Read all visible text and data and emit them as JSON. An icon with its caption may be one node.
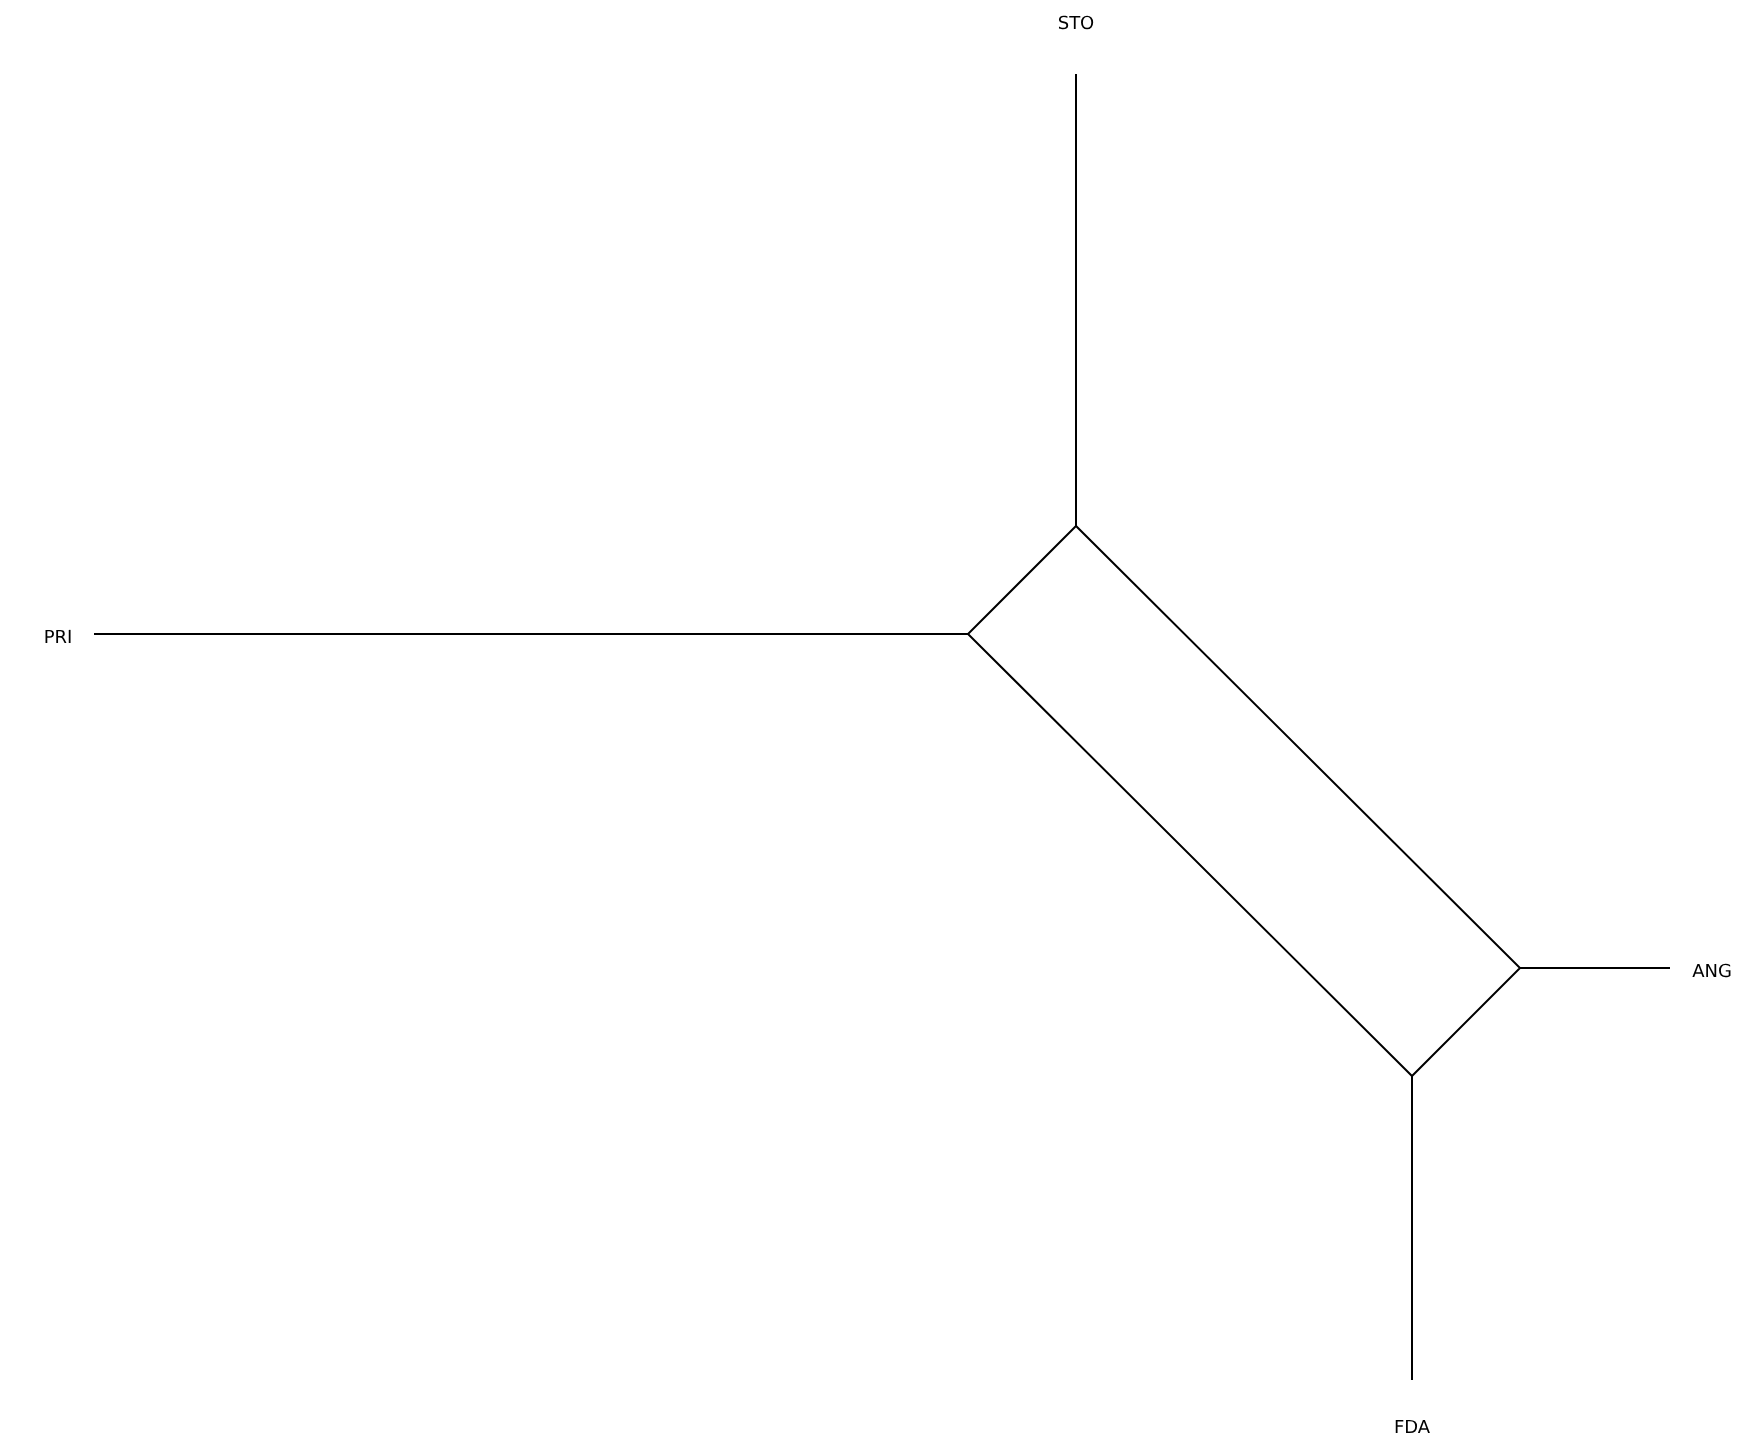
{
  "diagram": {
    "nodes": [
      {
        "text": [
          "STO"
        ]
      },
      {
        "text": [
          "PRI"
        ]
      },
      {
        "text": [],
        "shape": "box"
      },
      {
        "text": [
          "ANG"
        ]
      },
      {
        "text": [
          "FDA"
        ]
      }
    ],
    "edges": [
      {
        "from": 0,
        "to": 2,
        "arrow": "none"
      },
      {
        "from": 1,
        "to": 2,
        "arrow": "none"
      },
      {
        "from": 3,
        "to": 2,
        "arrow": "none"
      },
      {
        "from": 4,
        "to": 2,
        "arrow": "none"
      }
    ]
  }
}
